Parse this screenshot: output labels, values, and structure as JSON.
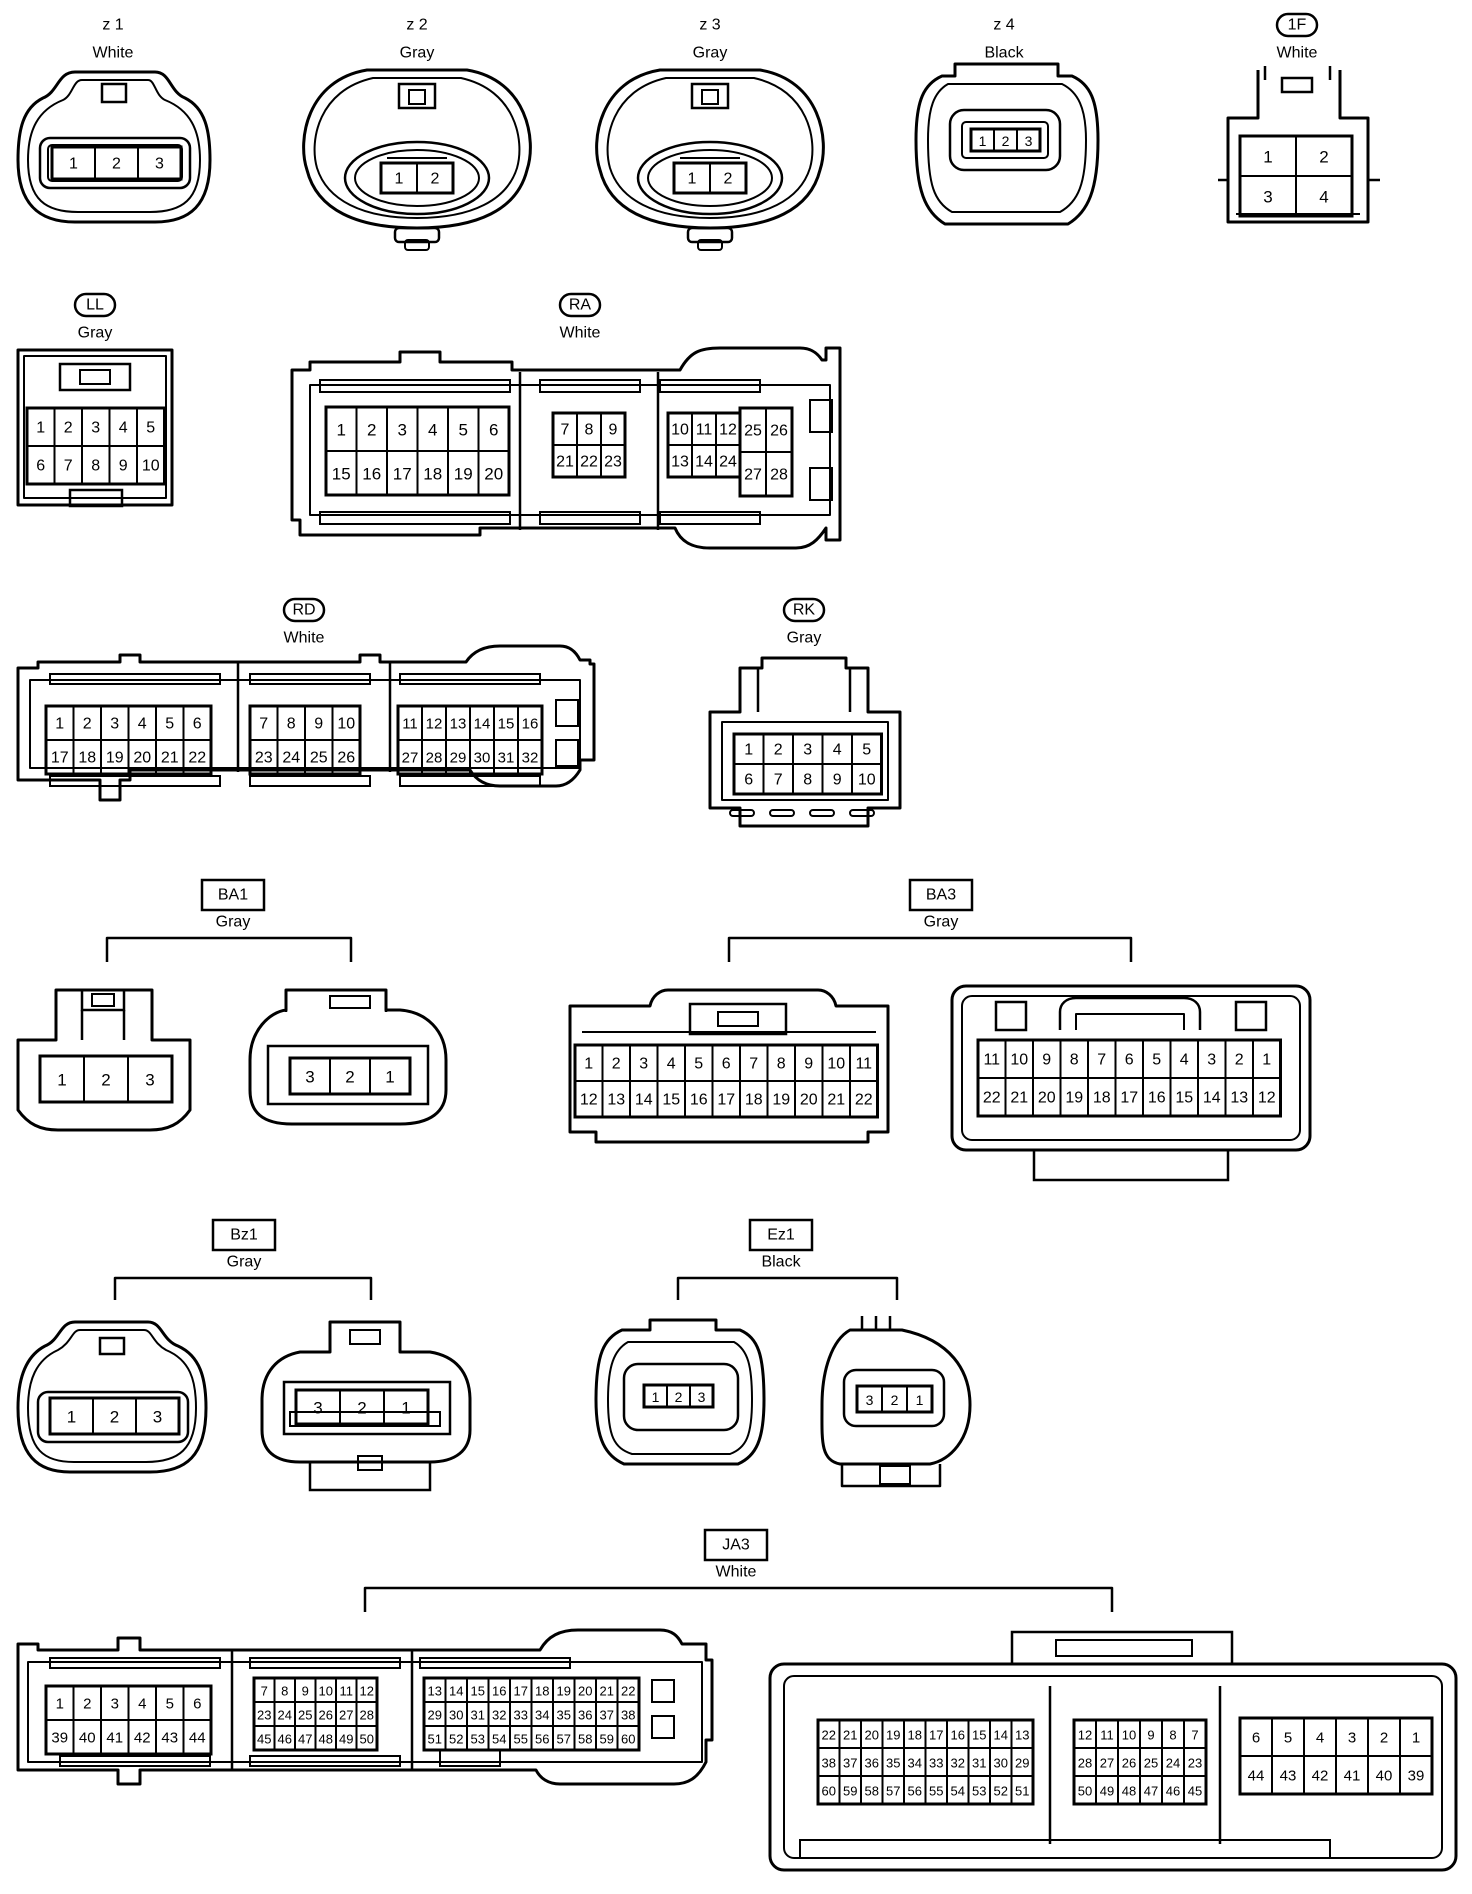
{
  "connectors": [
    {
      "id": "z1",
      "code": "z 1",
      "color": "White",
      "pins": [
        "1",
        "2",
        "3"
      ]
    },
    {
      "id": "z2",
      "code": "z 2",
      "color": "Gray",
      "pins": [
        "1",
        "2"
      ]
    },
    {
      "id": "z3",
      "code": "z 3",
      "color": "Gray",
      "pins": [
        "1",
        "2"
      ]
    },
    {
      "id": "z4",
      "code": "z 4",
      "color": "Black",
      "pins": [
        "1",
        "2",
        "3"
      ]
    },
    {
      "id": "1F",
      "code": "1F",
      "color": "White",
      "pins": [
        "1",
        "2",
        "3",
        "4"
      ]
    },
    {
      "id": "LL",
      "code": "LL",
      "color": "Gray",
      "pins": [
        "1",
        "2",
        "3",
        "4",
        "5",
        "6",
        "7",
        "8",
        "9",
        "10"
      ]
    },
    {
      "id": "RA",
      "code": "RA",
      "color": "White",
      "pins": [
        "1",
        "2",
        "3",
        "4",
        "5",
        "6",
        "15",
        "16",
        "17",
        "18",
        "19",
        "20",
        "7",
        "8",
        "9",
        "21",
        "22",
        "23",
        "10",
        "11",
        "12",
        "13",
        "14",
        "24",
        "25",
        "26",
        "27",
        "28"
      ]
    },
    {
      "id": "RD",
      "code": "RD",
      "color": "White",
      "pins": [
        "1",
        "2",
        "3",
        "4",
        "5",
        "6",
        "17",
        "18",
        "19",
        "20",
        "21",
        "22",
        "7",
        "8",
        "9",
        "10",
        "23",
        "24",
        "25",
        "26",
        "11",
        "12",
        "13",
        "14",
        "15",
        "16",
        "27",
        "28",
        "29",
        "30",
        "31",
        "32"
      ]
    },
    {
      "id": "RK",
      "code": "RK",
      "color": "Gray",
      "pins": [
        "1",
        "2",
        "3",
        "4",
        "5",
        "6",
        "7",
        "8",
        "9",
        "10"
      ]
    },
    {
      "id": "BA1",
      "code": "BA1",
      "color": "Gray",
      "pins_a": [
        "1",
        "2",
        "3"
      ],
      "pins_b": [
        "3",
        "2",
        "1"
      ]
    },
    {
      "id": "BA3",
      "code": "BA3",
      "color": "Gray",
      "pins_a": [
        "1",
        "2",
        "3",
        "4",
        "5",
        "6",
        "7",
        "8",
        "9",
        "10",
        "11",
        "12",
        "13",
        "14",
        "15",
        "16",
        "17",
        "18",
        "19",
        "20",
        "21",
        "22"
      ],
      "pins_b": [
        "11",
        "10",
        "9",
        "8",
        "7",
        "6",
        "5",
        "4",
        "3",
        "2",
        "1",
        "22",
        "21",
        "20",
        "19",
        "18",
        "17",
        "16",
        "15",
        "14",
        "13",
        "12"
      ]
    },
    {
      "id": "Bz1",
      "code": "Bz1",
      "color": "Gray",
      "pins_a": [
        "1",
        "2",
        "3"
      ],
      "pins_b": [
        "3",
        "2",
        "1"
      ]
    },
    {
      "id": "Ez1",
      "code": "Ez1",
      "color": "Black",
      "pins_a": [
        "1",
        "2",
        "3"
      ],
      "pins_b": [
        "3",
        "2",
        "1"
      ]
    },
    {
      "id": "JA3",
      "code": "JA3",
      "color": "White",
      "pins_a": [
        "1",
        "2",
        "3",
        "4",
        "5",
        "6",
        "39",
        "40",
        "41",
        "42",
        "43",
        "44",
        "7",
        "8",
        "9",
        "10",
        "11",
        "12",
        "23",
        "24",
        "25",
        "26",
        "27",
        "28",
        "45",
        "46",
        "47",
        "48",
        "49",
        "50",
        "13",
        "14",
        "15",
        "16",
        "17",
        "18",
        "19",
        "20",
        "21",
        "22",
        "29",
        "30",
        "31",
        "32",
        "33",
        "34",
        "35",
        "36",
        "37",
        "38",
        "51",
        "52",
        "53",
        "54",
        "55",
        "56",
        "57",
        "58",
        "59",
        "60"
      ],
      "pins_b": [
        "22",
        "21",
        "20",
        "19",
        "18",
        "17",
        "16",
        "15",
        "14",
        "13",
        "38",
        "37",
        "36",
        "35",
        "34",
        "33",
        "32",
        "31",
        "30",
        "29",
        "60",
        "59",
        "58",
        "57",
        "56",
        "55",
        "54",
        "53",
        "52",
        "51",
        "12",
        "11",
        "10",
        "9",
        "8",
        "7",
        "28",
        "27",
        "26",
        "25",
        "24",
        "23",
        "50",
        "49",
        "48",
        "47",
        "46",
        "45",
        "6",
        "5",
        "4",
        "3",
        "2",
        "1",
        "44",
        "43",
        "42",
        "41",
        "40",
        "39"
      ]
    }
  ]
}
